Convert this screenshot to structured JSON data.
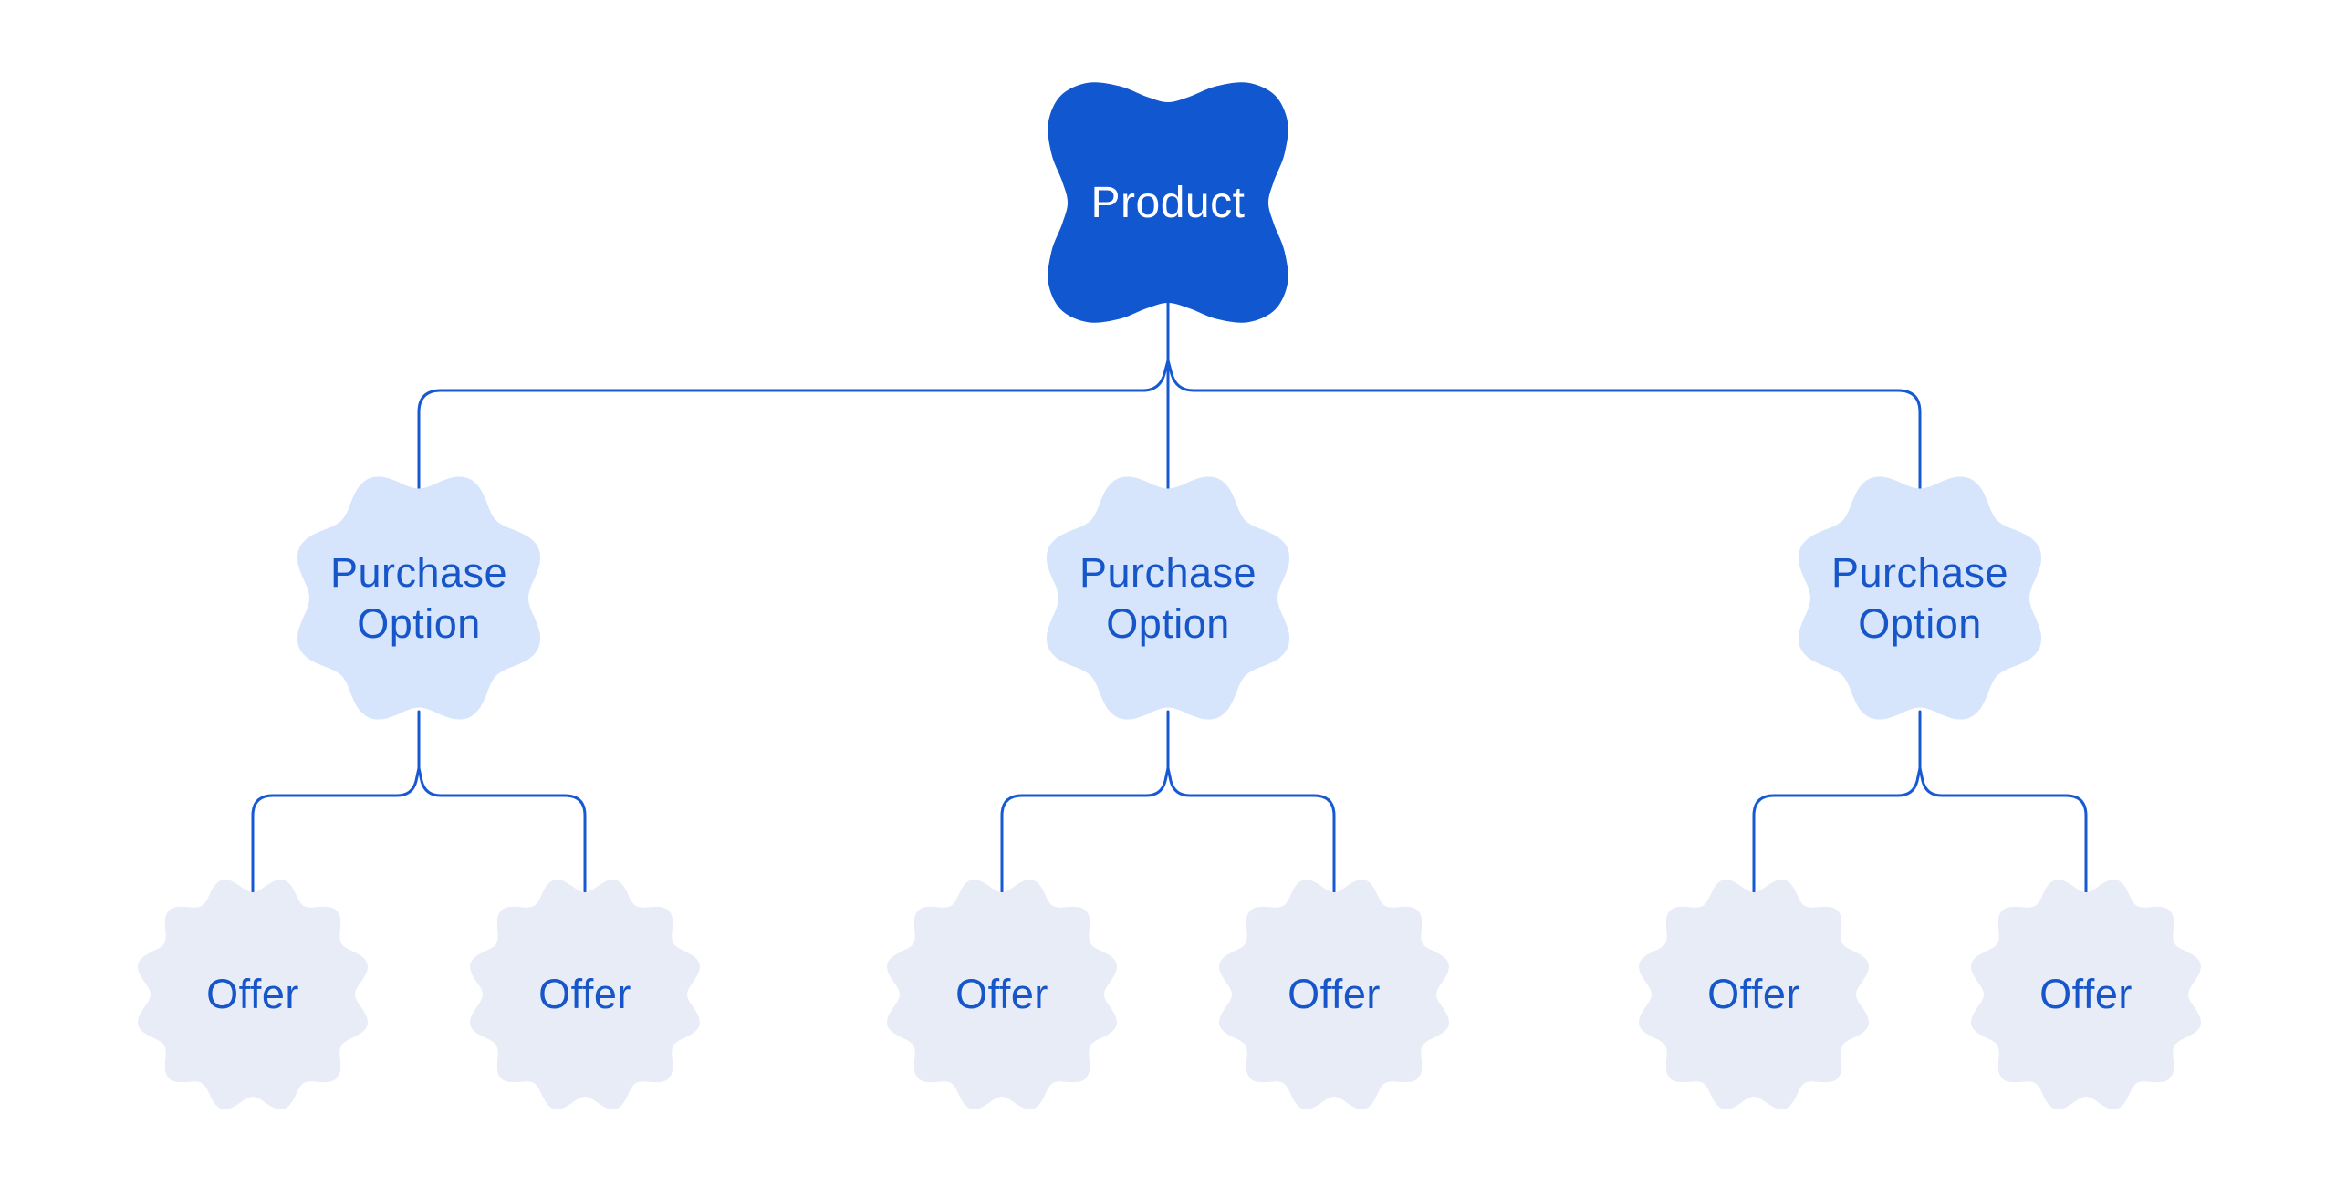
{
  "diagram": {
    "root": {
      "label": "Product"
    },
    "purchase_options": [
      {
        "label": "Purchase Option",
        "offers": [
          {
            "label": "Offer"
          },
          {
            "label": "Offer"
          }
        ]
      },
      {
        "label": "Purchase Option",
        "offers": [
          {
            "label": "Offer"
          },
          {
            "label": "Offer"
          }
        ]
      },
      {
        "label": "Purchase Option",
        "offers": [
          {
            "label": "Offer"
          },
          {
            "label": "Offer"
          }
        ]
      }
    ]
  },
  "colors": {
    "background": "#ffffff",
    "root_fill": "#1157d0",
    "root_text": "#ffffff",
    "purchase_option_fill": "#d6e4fc",
    "offer_fill": "#e8ecf6",
    "label_text": "#1656c9",
    "connector": "#1659d2"
  }
}
